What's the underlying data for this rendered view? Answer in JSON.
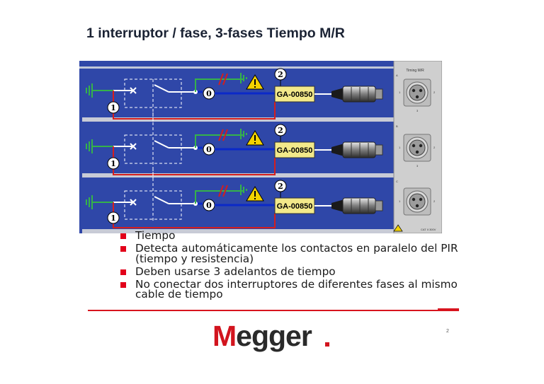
{
  "slide": {
    "title": "1 interruptor / fase, 3-fases Tiempo M/R",
    "page_number": "2"
  },
  "diagram": {
    "rows": [
      {
        "module_label": "GA-00850",
        "node_left": "1",
        "node_mid": "0",
        "node_top": "2"
      },
      {
        "module_label": "GA-00850",
        "node_left": "1",
        "node_mid": "0",
        "node_top": "2"
      },
      {
        "module_label": "GA-00850",
        "node_left": "1",
        "node_mid": "0",
        "node_top": "2"
      }
    ],
    "panel": {
      "header": "Timing M/R",
      "slot_letters": [
        "A",
        "B",
        "C"
      ],
      "pin_numbers": [
        "1",
        "2",
        "3"
      ],
      "footer": "CAT II  300V"
    },
    "colors": {
      "background": "#2f47a8",
      "wire_blue": "#0b29c8",
      "wire_white": "#ffffff",
      "wire_red": "#d41e1e",
      "wire_green": "#35b24a",
      "module": "#f3e98a",
      "panel": "#cfcfcf"
    },
    "icons": [
      "ground-icon",
      "breaker-contact-icon",
      "warning-icon",
      "xlr-connector-icon",
      "xlr-socket-icon"
    ]
  },
  "bullets": [
    "Tiempo",
    "Detecta automáticamente los contactos en paralelo del PIR (tiempo y resistencia)",
    "Deben usarse 3 adelantos de tiempo",
    "No conectar dos interruptores de diferentes fases al mismo cable de tiempo"
  ],
  "brand": {
    "logo_first": "M",
    "logo_rest": "egger",
    "accent": "#d2141e"
  }
}
